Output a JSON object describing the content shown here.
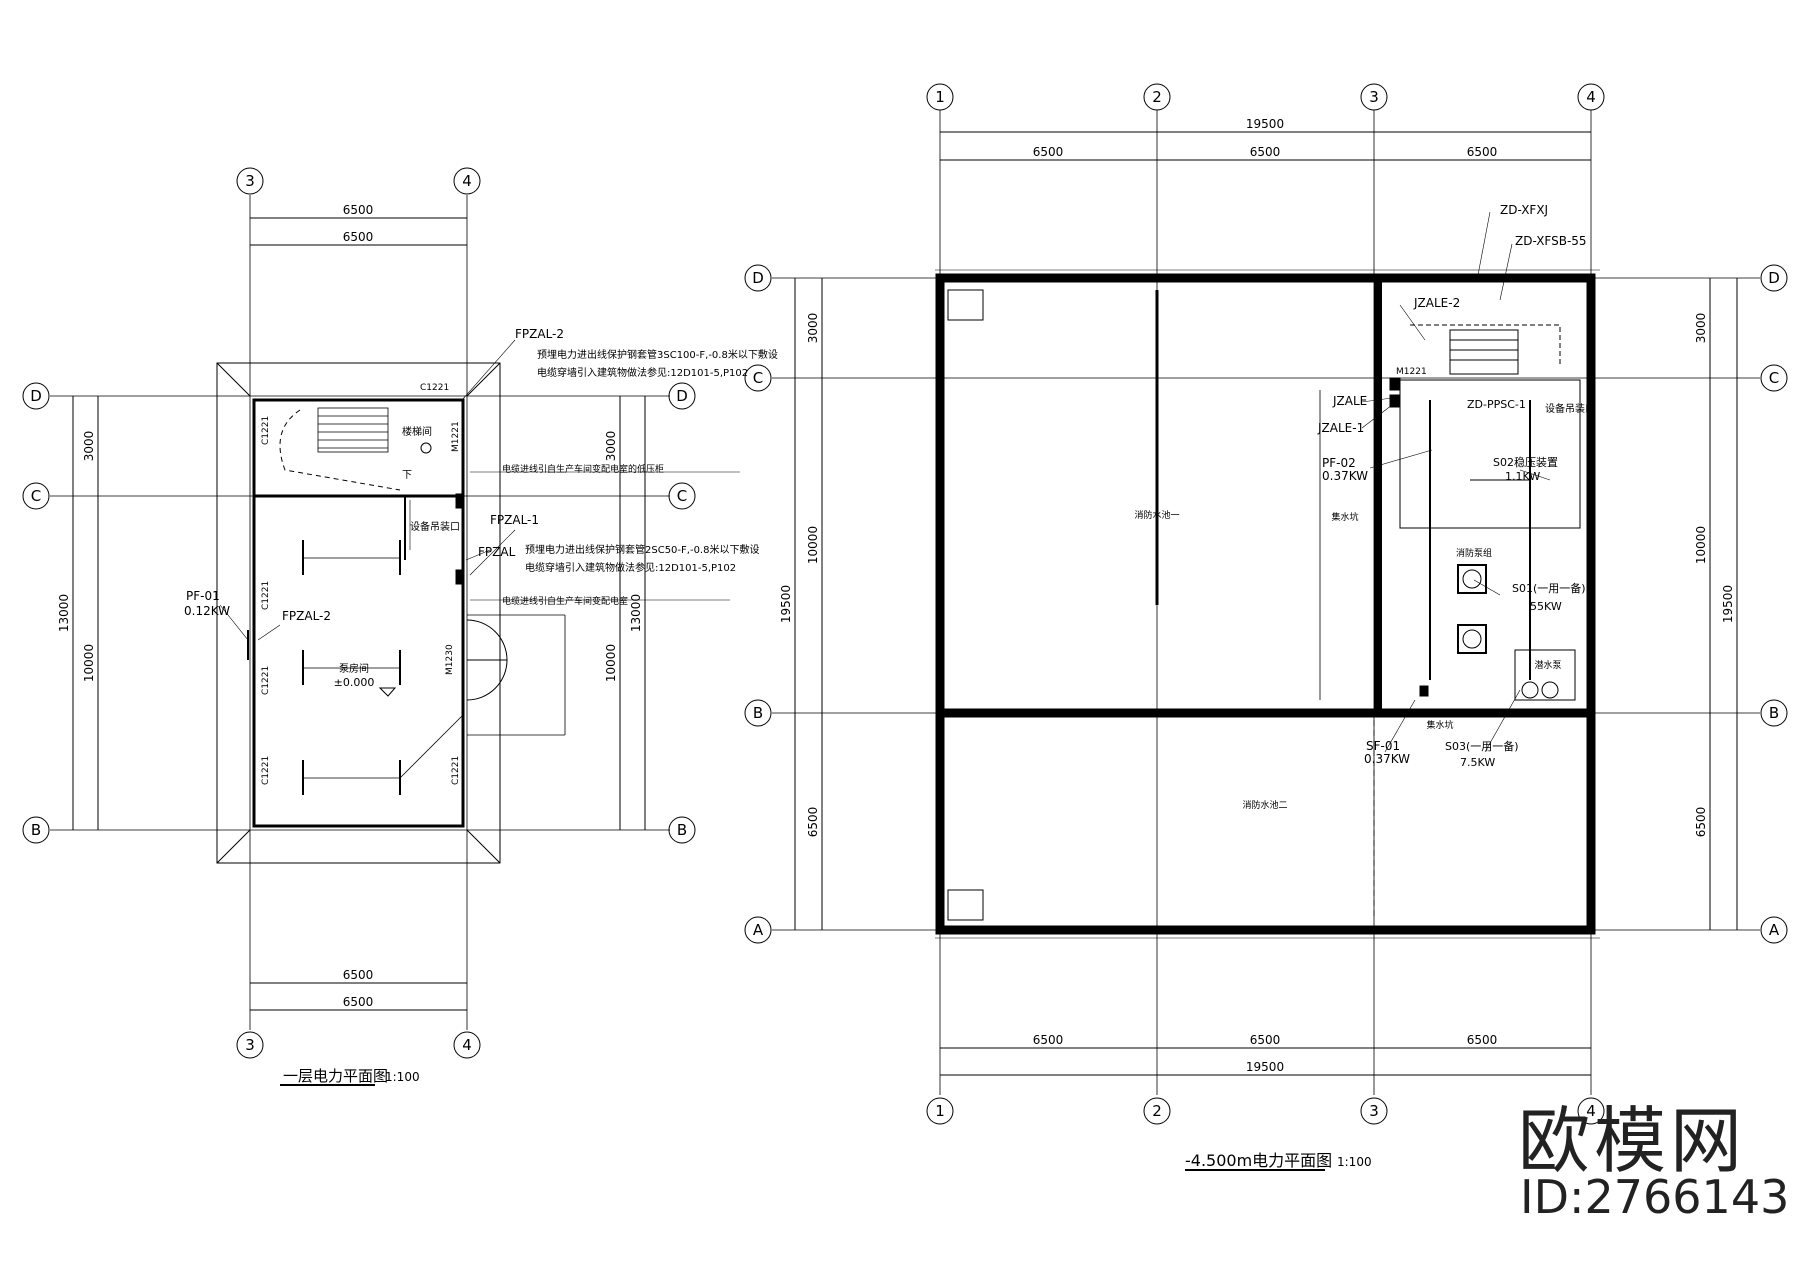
{
  "plan1": {
    "title": "一层电力平面图",
    "scale": "1:100",
    "dims": {
      "top_a": "6500",
      "top_b": "6500",
      "bottom_a": "6500",
      "bottom_b": "6500",
      "left_top": "3000",
      "left_bottom": "10000",
      "left_total": "13000",
      "right_top": "3000",
      "right_bottom": "10000",
      "right_total": "13000"
    },
    "axes": {
      "col_left": "3",
      "col_right": "4",
      "row_d": "D",
      "row_c": "C",
      "row_b": "B"
    },
    "labels": {
      "fpzal2_top": "FPZAL-2",
      "note1a": "预埋电力进出线保护钢套管3SC100-F,-0.8米以下敷设",
      "note1b": "电缆穿墙引入建筑物做法参见:12D101-5,P102",
      "note_mid": "电缆进线引自生产车间变配电室的低压柜",
      "fpzal1": "FPZAL-1",
      "fpzal": "FPZAL",
      "note2a": "预埋电力进出线保护钢套管2SC50-F,-0.8米以下敷设",
      "note2b": "电缆穿墙引入建筑物做法参见:12D101-5,P102",
      "note_mid2": "电缆进线引自生产车间变配电室",
      "pf01": "PF-01",
      "pf01_kw": "0.12KW",
      "fpzal2_left": "FPZAL-2",
      "stairs": "楼梯间",
      "down": "下",
      "hoist": "设备吊装口",
      "room": "泵房间",
      "elev": "±0.000",
      "c1221": "C1221",
      "m1230": "M1230",
      "m1221": "M1221"
    }
  },
  "plan2": {
    "title": "-4.500m电力平面图",
    "scale": "1:100",
    "dims": {
      "top_total": "19500",
      "top_a": "6500",
      "top_b": "6500",
      "top_c": "6500",
      "bottom_a": "6500",
      "bottom_b": "6500",
      "bottom_c": "6500",
      "bottom_total": "19500",
      "left_top": "3000",
      "left_mid": "10000",
      "left_bottom": "6500",
      "left_total": "19500",
      "right_top": "3000",
      "right_mid": "10000",
      "right_bottom": "6500",
      "right_total": "19500"
    },
    "axes": {
      "col_1": "1",
      "col_2": "2",
      "col_3": "3",
      "col_4": "4",
      "row_d": "D",
      "row_c": "C",
      "row_b": "B",
      "row_a": "A"
    },
    "labels": {
      "zd_xfxj": "ZD-XFXJ",
      "zd_xfsb": "ZD-XFSB-55",
      "jzale2": "JZALE-2",
      "jzale": "JZALE",
      "jzale1": "JZALE-1",
      "zd_ppsc": "ZD-PPSC-1",
      "hoist": "设备吊装口",
      "pf02": "PF-02",
      "pf02_kw": "0.37KW",
      "s02": "S02稳压装置",
      "s02_kw": "1.1KW",
      "s01": "S01(一用一备)",
      "s01_kw": "55KW",
      "sf01": "SF-01",
      "sf01_kw": "0.37KW",
      "s03": "S03(一用一备)",
      "s03_kw": "7.5KW",
      "pool1": "消防水池一",
      "pool2": "消防水池二",
      "sump": "集水坑",
      "sump2": "集水坑",
      "pumps": "消防泵组",
      "sump_pump": "潜水泵",
      "m1221": "M1221"
    }
  },
  "brand": {
    "logo_text": "欧模网",
    "id_text": "ID:2766143"
  }
}
